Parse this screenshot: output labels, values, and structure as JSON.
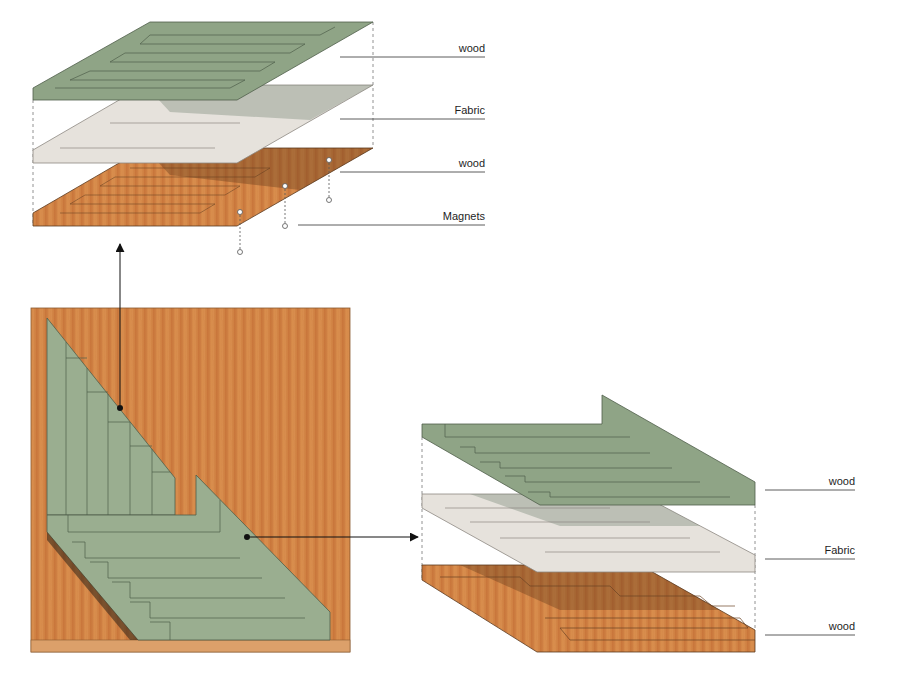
{
  "diagram": {
    "labels": [
      "wood",
      "Fabric",
      "wood",
      "Magnets",
      "wood",
      "Fabric",
      "wood"
    ]
  }
}
